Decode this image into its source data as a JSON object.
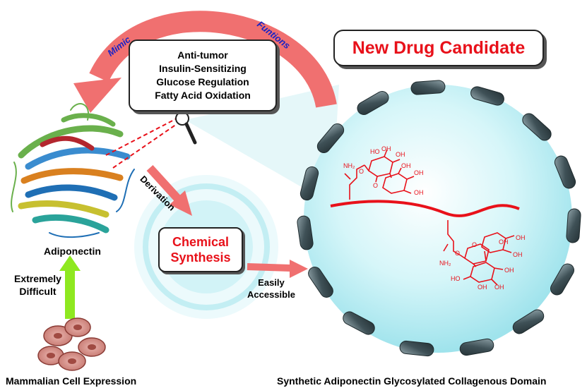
{
  "labels": {
    "new_drug_candidate": "New Drug Candidate",
    "mimic": "Mimic",
    "funtions": "Funtions",
    "functions": [
      "Anti-tumor",
      "Insulin-Sensitizing",
      "Glucose Regulation",
      "Fatty Acid Oxidation"
    ],
    "adiponectin": "Adiponectin",
    "derivation": "Derivation",
    "chemical_synthesis": [
      "Chemical",
      "Synthesis"
    ],
    "extremely_difficult": [
      "Extremely",
      "Difficult"
    ],
    "easily_accessible": [
      "Easily",
      "Accessible"
    ],
    "mammalian_cell_expression": "Mammalian Cell Expression",
    "synthetic_domain": "Synthetic Adiponectin Glycosylated Collagenous Domain"
  },
  "chem_labels": {
    "nh2": "NH₂",
    "oh": "OH",
    "o": "O",
    "ho": "HO"
  },
  "colors": {
    "title_red": "#e8111a",
    "arrow_pink": "#f07070",
    "arrow_green": "#8ee820",
    "sphere_fill": "#c8f2f6",
    "capsule": "#4a5d64",
    "arc_text_blue": "#1a23c4",
    "molecule_red": "#e8111a"
  }
}
